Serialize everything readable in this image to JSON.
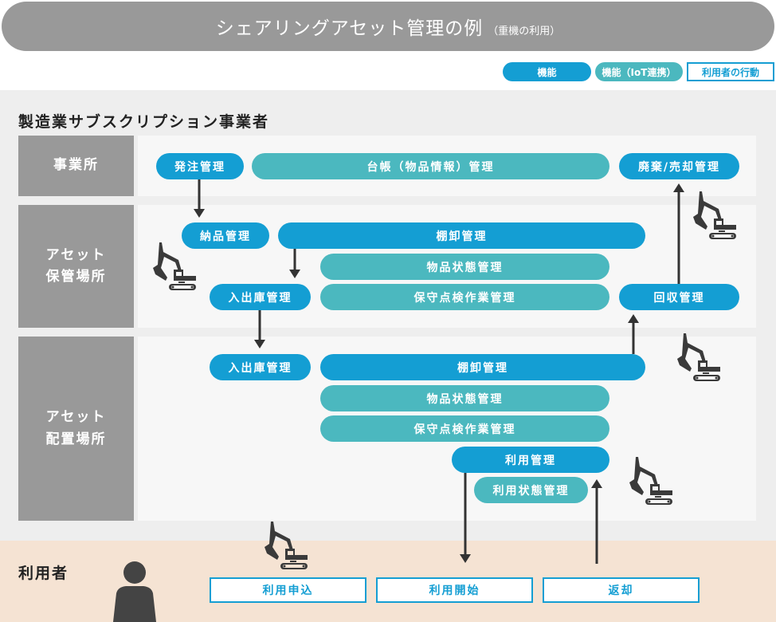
{
  "title": {
    "main": "シェアリングアセット管理の例",
    "sub": "（重機の利用）"
  },
  "legend": {
    "function": "機能",
    "function_iot": "機能（IoT連携）",
    "user_action": "利用者の行動"
  },
  "colors": {
    "function": "#149ed3",
    "function_iot": "#4bb8bf",
    "user_action_border": "#149ed3",
    "label_bg": "#999999",
    "provider_bg": "#eeeeee",
    "user_bg": "#f5e3d3",
    "arrow": "#333333"
  },
  "provider": {
    "title": "製造業サブスクリプション事業者",
    "rows": [
      {
        "label": "事業所",
        "items": [
          {
            "label": "発注管理",
            "type": "function"
          },
          {
            "label": "台帳（物品情報）管理",
            "type": "function_iot"
          },
          {
            "label": "廃棄/売却管理",
            "type": "function"
          }
        ]
      },
      {
        "label_line1": "アセット",
        "label_line2": "保管場所",
        "items": [
          {
            "label": "納品管理",
            "type": "function"
          },
          {
            "label": "棚卸管理",
            "type": "function"
          },
          {
            "label": "物品状態管理",
            "type": "function_iot"
          },
          {
            "label": "入出庫管理",
            "type": "function"
          },
          {
            "label": "保守点検作業管理",
            "type": "function_iot"
          },
          {
            "label": "回収管理",
            "type": "function"
          }
        ]
      },
      {
        "label_line1": "アセット",
        "label_line2": "配置場所",
        "items": [
          {
            "label": "入出庫管理",
            "type": "function"
          },
          {
            "label": "棚卸管理",
            "type": "function"
          },
          {
            "label": "物品状態管理",
            "type": "function_iot"
          },
          {
            "label": "保守点検作業管理",
            "type": "function_iot"
          },
          {
            "label": "利用管理",
            "type": "function"
          },
          {
            "label": "利用状態管理",
            "type": "function_iot"
          }
        ]
      }
    ]
  },
  "user": {
    "title": "利用者",
    "actions": [
      "利用申込",
      "利用開始",
      "返却"
    ]
  },
  "icons": {
    "excavator": "excavator-icon",
    "person": "person-icon"
  }
}
